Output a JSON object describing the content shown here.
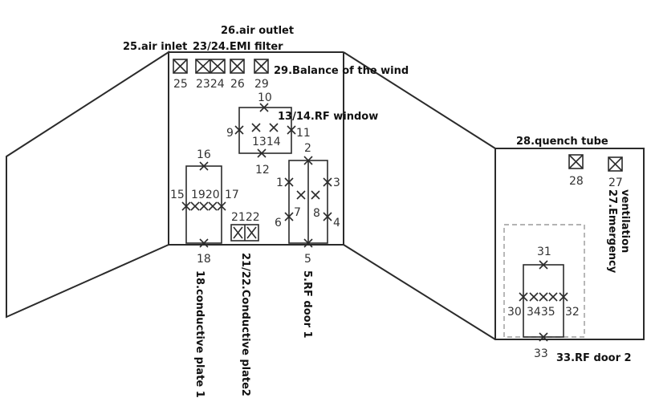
{
  "labels": {
    "air_outlet": "26.air outlet",
    "air_inlet": "25.air inlet",
    "emi_filter": "23/24.EMI filter",
    "balance_wind": "29.Balance of the wind",
    "rf_window": "13/14.RF window",
    "quench_tube": "28.quench tube",
    "ventilation": "ventilation",
    "emergency": "27.Emergency",
    "conductive_plate_1": "18.conductive plate 1",
    "conductive_plate_2": "21/22.Conductive plate2",
    "rf_door_1": "5.RF door 1",
    "rf_door_2": "33.RF door 2"
  },
  "numbers": {
    "n25": "25",
    "n2324": "2324",
    "n26": "26",
    "n29": "29",
    "n10": "10",
    "n9": "9",
    "n11": "11",
    "n1314": "1314",
    "n12": "12",
    "n16": "16",
    "n15": "15",
    "n1920": "1920",
    "n17": "17",
    "n18": "18",
    "n2122": "2122",
    "n2": "2",
    "n1": "1",
    "n3": "3",
    "n7": "7",
    "n6": "6",
    "n8": "8",
    "n4": "4",
    "n5": "5",
    "n28": "28",
    "n27": "27",
    "n31": "31",
    "n30": "30",
    "n3435": "3435",
    "n32": "32",
    "n33": "33"
  }
}
